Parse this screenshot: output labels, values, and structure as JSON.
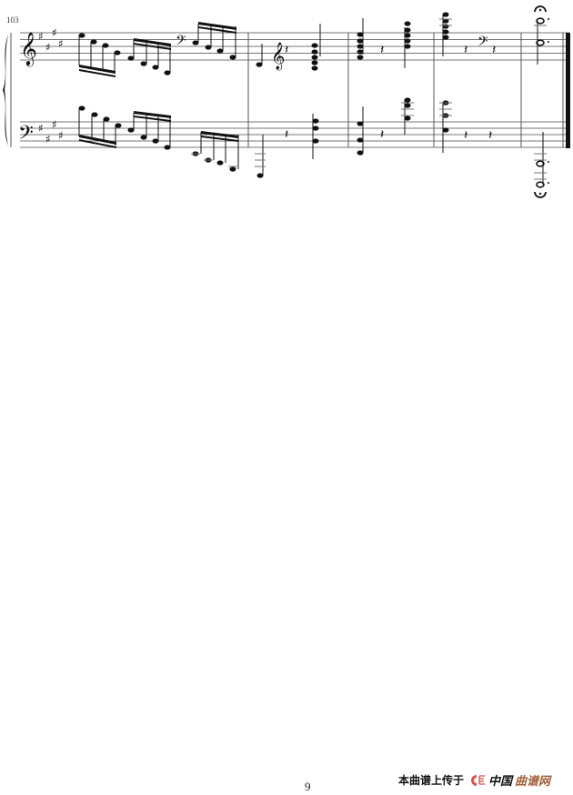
{
  "score": {
    "start_measure_number": "103",
    "page_number": "9",
    "key_signature": "E major (4 sharps)",
    "staves": [
      {
        "name": "treble",
        "initial_clef": "treble-clef",
        "clef_changes": [
          "bass-clef (m.103)",
          "treble-clef (m.104)",
          "bass-clef (m.106)"
        ]
      },
      {
        "name": "bass",
        "initial_clef": "bass-clef"
      }
    ],
    "measures": [
      {
        "number": "103",
        "right_hand": "descending sixteenth-note run",
        "left_hand": "descending sixteenth-note run"
      },
      {
        "number": "104",
        "right_hand": "quarter note, quarter rest, chord",
        "left_hand": "quarter note, quarter rest, chord"
      },
      {
        "number": "105",
        "right_hand": "chord, quarter rest, chord",
        "left_hand": "chord, quarter rest, chord"
      },
      {
        "number": "106",
        "right_hand": "chord, quarter rest, quarter rest",
        "left_hand": "chord, quarter rest, quarter rest"
      },
      {
        "number": "107",
        "right_hand": "dotted half chord with fermata",
        "left_hand": "dotted half chord with fermata"
      }
    ]
  },
  "footer": {
    "credit_text": "本曲谱上传于",
    "logo_part1": "中国",
    "logo_part2": "曲谱网",
    "logo_mark_color": "#d9534f",
    "logo_accent_color": "#a0603a"
  }
}
